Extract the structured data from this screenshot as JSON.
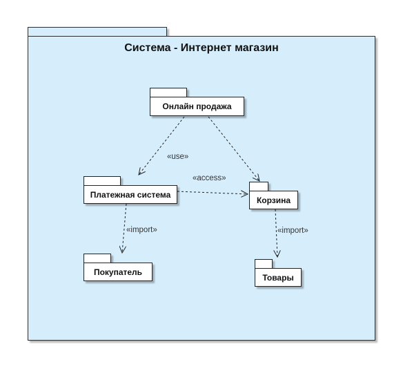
{
  "system": {
    "title": "Система - Интернет магазин"
  },
  "packages": {
    "online_sales": "Онлайн продажа",
    "payment_system": "Платежная система",
    "cart": "Корзина",
    "customer": "Покупатель",
    "goods": "Товары"
  },
  "dependencies": {
    "use": "«use»",
    "access": "«access»",
    "import_customer": "«import»",
    "import_goods": "«import»"
  }
}
